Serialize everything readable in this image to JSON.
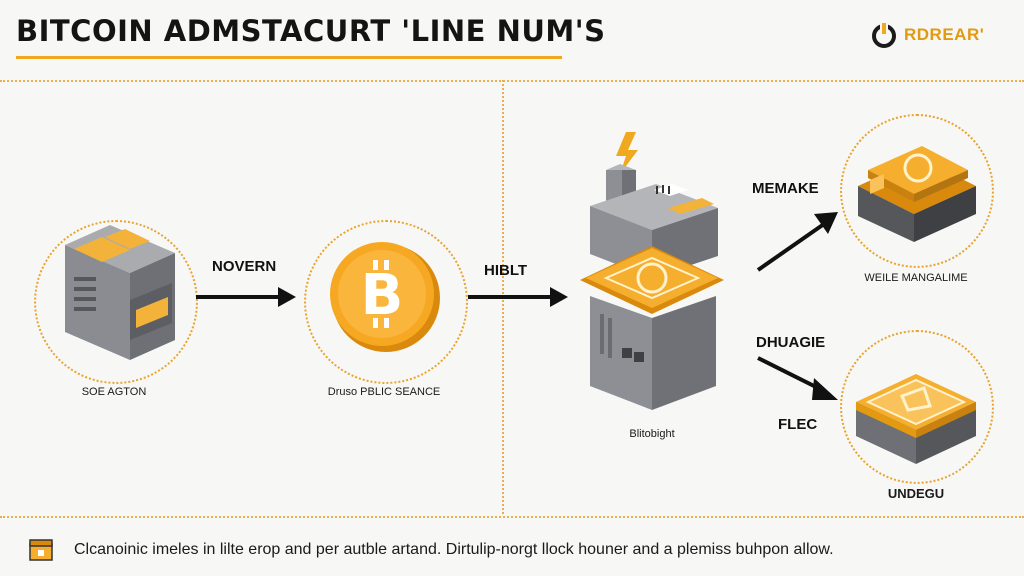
{
  "header": {
    "title": "BITCOIN ADMSTACURT 'LINE NUM'S",
    "brand": "RDREAR'"
  },
  "nodes": {
    "source": {
      "label": "SOE AGTON"
    },
    "coin": {
      "label": "Druso PBLIC SEANCE"
    },
    "block": {
      "label": "Blitobight"
    },
    "top_right": {
      "label": "WEILE MANGALIME"
    },
    "bottom_right": {
      "label": "UNDEGU"
    }
  },
  "arrows": {
    "a1": "NOVERN",
    "a2": "HIBLT",
    "a3": "MEMAKE",
    "a4": "DHUAGIE",
    "a5": "FLEC"
  },
  "footer": {
    "text": "Clcanoinic imeles in lilte erop and per autble artand. Dirtulip-norgt llock houner and a plemiss buhpon allow."
  },
  "colors": {
    "accent": "#f0a81e",
    "dots": "#e8b04a",
    "server": "#7d7f84",
    "coin": "#f7a823"
  }
}
